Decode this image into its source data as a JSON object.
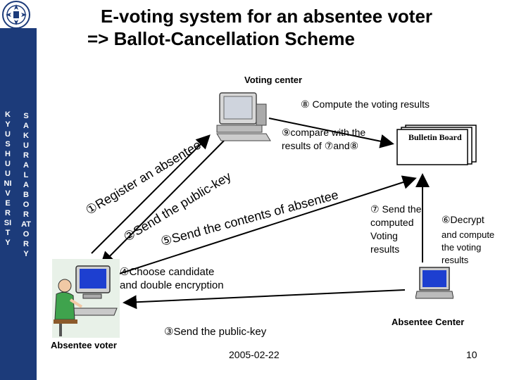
{
  "sidebar": {
    "col1_text": "KYUSHU UNIVERSITY",
    "col2_text": "SAKURA LABORATORY"
  },
  "title": {
    "line1": "E-voting system for an absentee voter",
    "line2": "=> Ballot-Cancellation Scheme"
  },
  "nodes": {
    "voting_center": "Voting center",
    "bulletin_board": "Bulletin Board",
    "absentee_voter": "Absentee voter",
    "absentee_center": "Absentee Center"
  },
  "steps": {
    "s1": "①Register an absentee",
    "s2": "②Send the public-key",
    "s3": "③Send the public-key",
    "s4_line1": "④Choose candidate",
    "s4_line2": "and double encryption",
    "s5": "⑤Send the contents of absentee",
    "s6_title": "⑥Decrypt",
    "s6_body": "and compute the voting results",
    "s7": "⑦ Send the computed Voting results",
    "s8": "⑧ Compute the voting results",
    "s9": "⑨compare with the results of ⑦and⑧"
  },
  "footer": {
    "date": "2005-02-22",
    "page_number": "10"
  },
  "colors": {
    "sidebar_bg": "#1c3b7a",
    "sidebar_text": "#ffffff",
    "arrow": "#000000",
    "monitor_screen": "#1d3fd0"
  },
  "icons": [
    "university-emblem-icon",
    "computer-icon",
    "laptop-icon",
    "person-at-computer-icon",
    "document-stack-icon"
  ]
}
